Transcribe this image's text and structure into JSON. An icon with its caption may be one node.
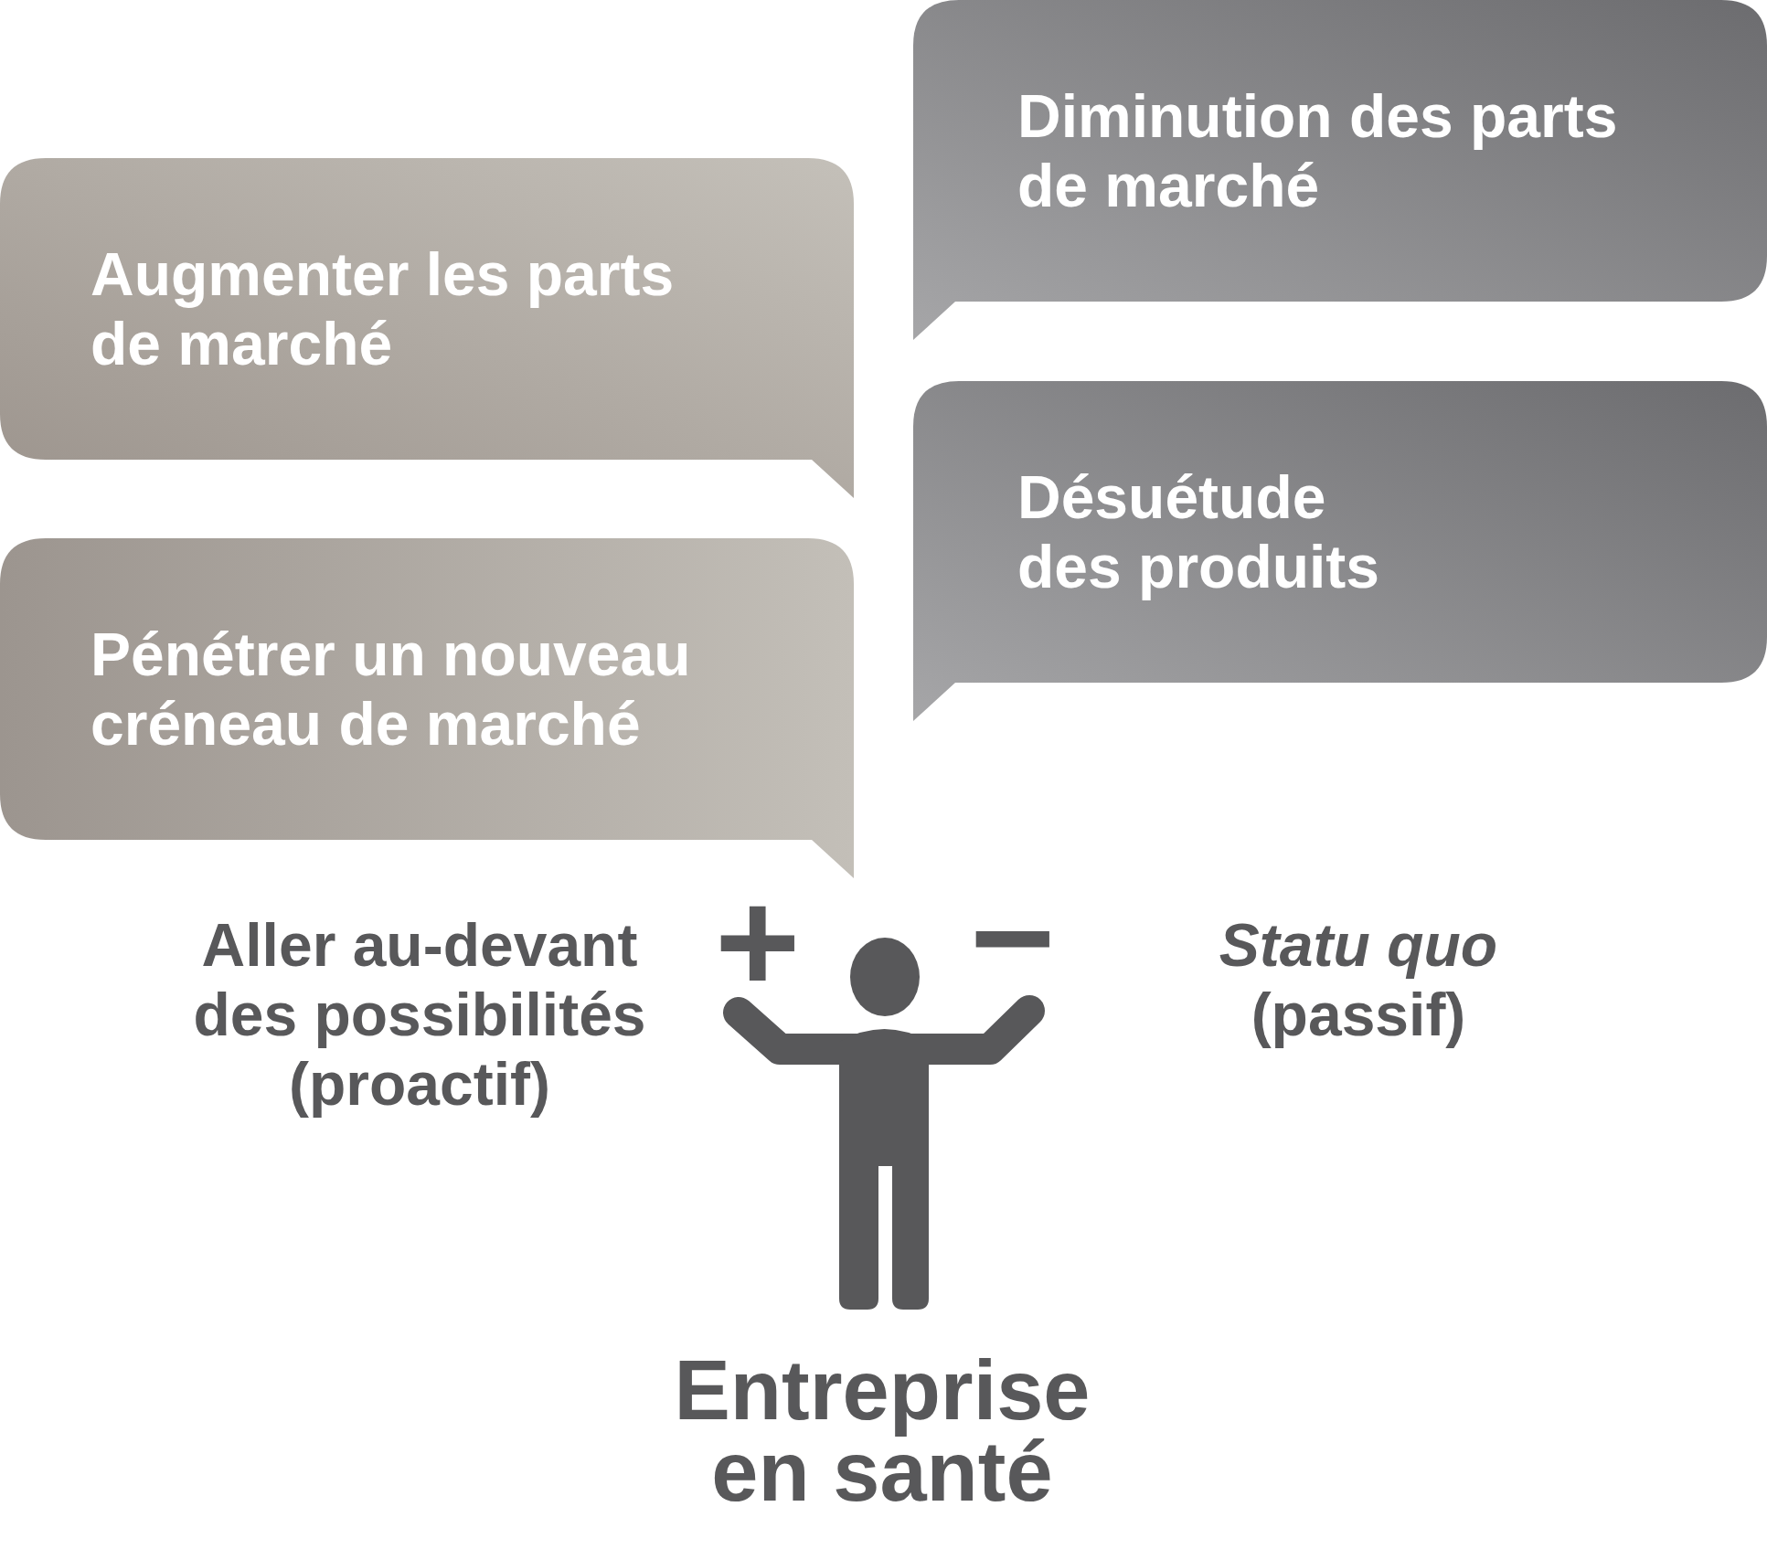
{
  "diagram": {
    "nodes": [
      {
        "text": [
          "Augmenter les parts de marché"
        ]
      },
      {
        "text": [
          "Pénétrer un nouveau créneau de marché"
        ]
      },
      {
        "text": [
          "Diminution des parts de marché"
        ]
      },
      {
        "text": [
          "Désuétude des produits"
        ]
      }
    ],
    "labels": [
      "Aller au-devant des possibilités (proactif)",
      "+",
      "−",
      "*Statu quo* (passif)",
      "Entreprise en santé"
    ]
  }
}
